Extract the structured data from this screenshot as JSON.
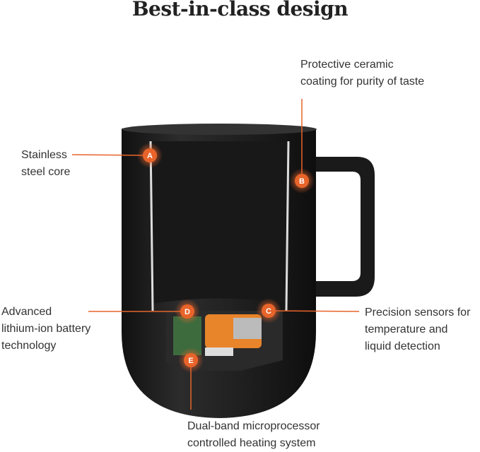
{
  "title": "Best-in-class design",
  "callouts": [
    {
      "marker": "A",
      "text": [
        "Stainless",
        "steel core"
      ]
    },
    {
      "marker": "B",
      "text": [
        "Protective ceramic",
        "coating for purity of taste"
      ]
    },
    {
      "marker": "C",
      "text": [
        "Precision sensors for",
        "temperature and",
        "liquid detection"
      ]
    },
    {
      "marker": "D",
      "text": [
        "Advanced",
        "lithium-ion battery",
        "technology"
      ]
    },
    {
      "marker": "E",
      "text": [
        "Dual-band microprocessor",
        "controlled heating system"
      ]
    }
  ],
  "colors": {
    "accent": "#e8642a",
    "mug": "#1e1e1e"
  }
}
